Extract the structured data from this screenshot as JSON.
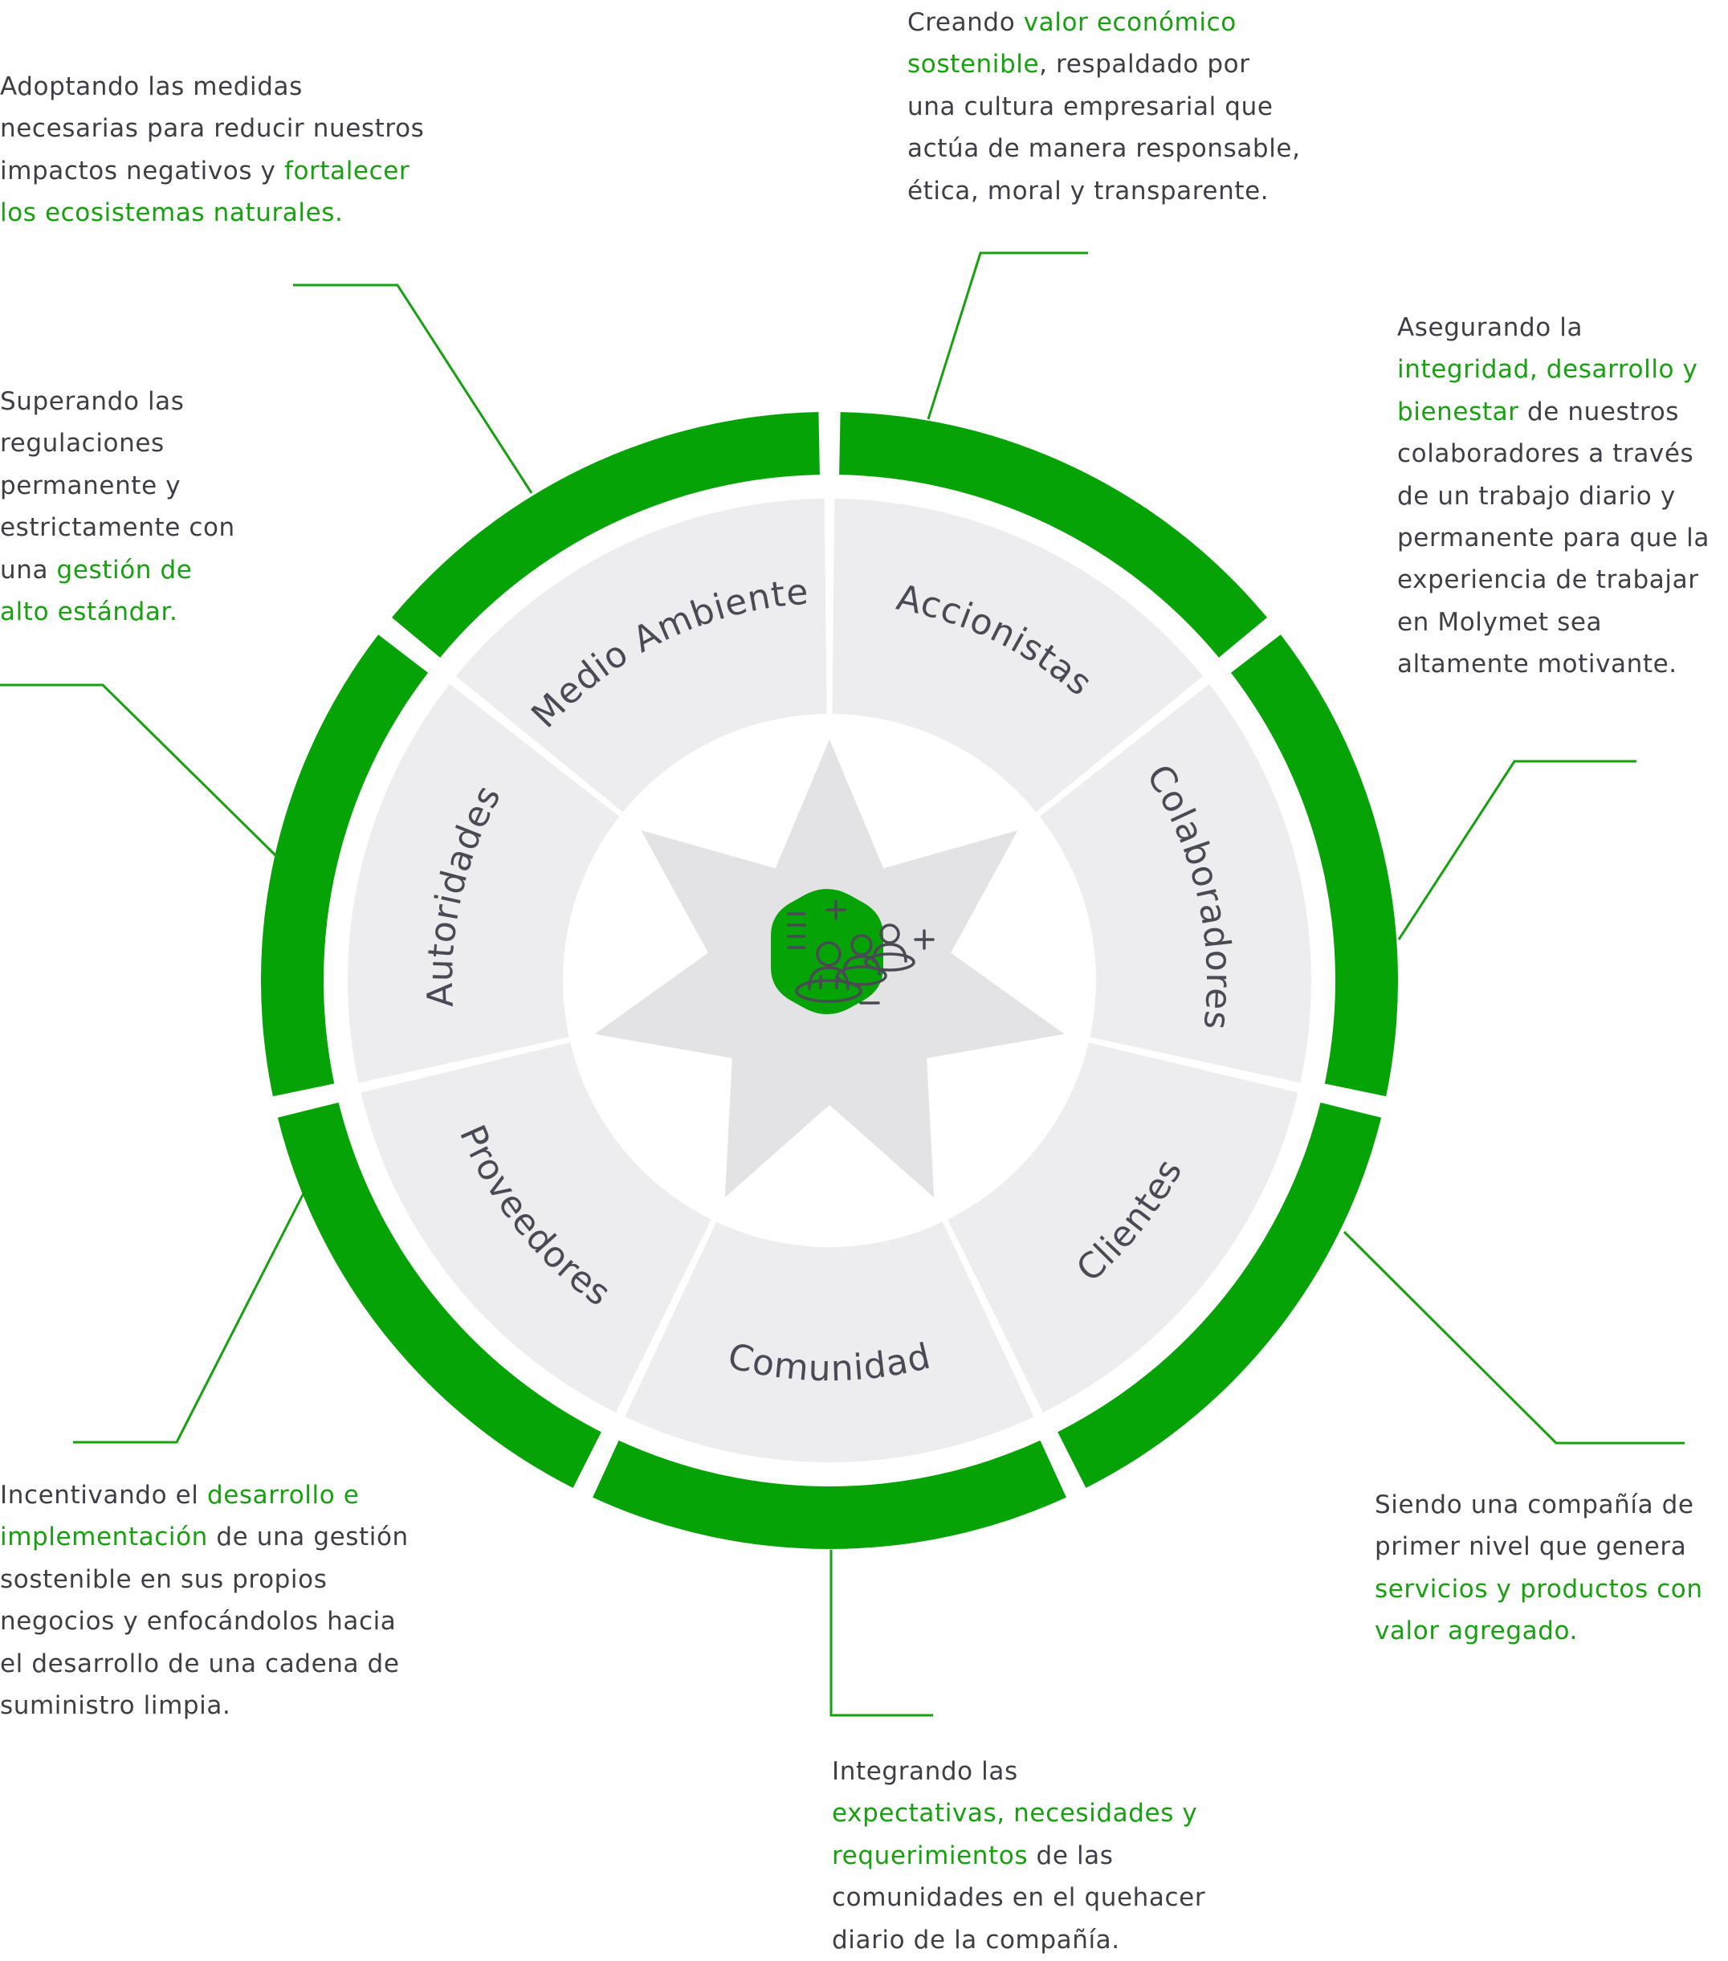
{
  "colors": {
    "green": "#05a305",
    "text_green": "#17a00f",
    "segment_gray": "#ededef",
    "star_gray": "#e3e3e6",
    "text_dark": "#3e3e46"
  },
  "center_icon": "stakeholders-group-icon",
  "segments": [
    {
      "id": "accionistas",
      "label": "Accionistas"
    },
    {
      "id": "colaboradores",
      "label": "Colaboradores"
    },
    {
      "id": "clientes",
      "label": "Clientes"
    },
    {
      "id": "comunidad",
      "label": "Comunidad"
    },
    {
      "id": "proveedores",
      "label": "Proveedores"
    },
    {
      "id": "autoridades",
      "label": "Autoridades"
    },
    {
      "id": "medio_ambiente",
      "label": "Medio Ambiente"
    }
  ],
  "descriptions": {
    "medio_ambiente": {
      "l1": "Adoptando las medidas",
      "l2": "necesarias para reducir nuestros",
      "l3a": "impactos negativos y ",
      "l3b": "fortalecer",
      "l4": "los ecosistemas naturales."
    },
    "accionistas": {
      "l1a": "Creando ",
      "l1b": "valor económico",
      "l2a": "sostenible",
      "l2b": ", respaldado por",
      "l3": "una cultura empresarial que",
      "l4": "actúa de manera responsable,",
      "l5": "ética, moral y transparente."
    },
    "colaboradores": {
      "l1": "Asegurando la",
      "l2": "integridad, desarrollo y",
      "l3a": "bienestar",
      "l3b": " de nuestros",
      "l4": "colaboradores a través",
      "l5": "de un trabajo diario y",
      "l6": "permanente para que la",
      "l7": "experiencia de trabajar",
      "l8": "en Molymet sea",
      "l9": "altamente motivante."
    },
    "autoridades": {
      "l1": "Superando las",
      "l2": "regulaciones",
      "l3": "permanente y",
      "l4": "estrictamente con",
      "l5a": "una ",
      "l5b": "gestión de",
      "l6": "alto estándar."
    },
    "proveedores": {
      "l1a": "Incentivando el ",
      "l1b": "desarrollo e",
      "l2a": "implementación",
      "l2b": " de una gestión",
      "l3": "sostenible en sus propios",
      "l4": "negocios y enfocándolos hacia",
      "l5": "el desarrollo de una cadena de",
      "l6": "suministro limpia."
    },
    "clientes": {
      "l1": "Siendo una compañía de",
      "l2": "primer nivel que genera",
      "l3": "servicios y productos con",
      "l4": "valor agregado."
    },
    "comunidad": {
      "l1": "Integrando las",
      "l2": "expectativas, necesidades y",
      "l3a": "requerimientos",
      "l3b": " de las",
      "l4": "comunidades en el quehacer",
      "l5": "diario de la compañía."
    }
  }
}
